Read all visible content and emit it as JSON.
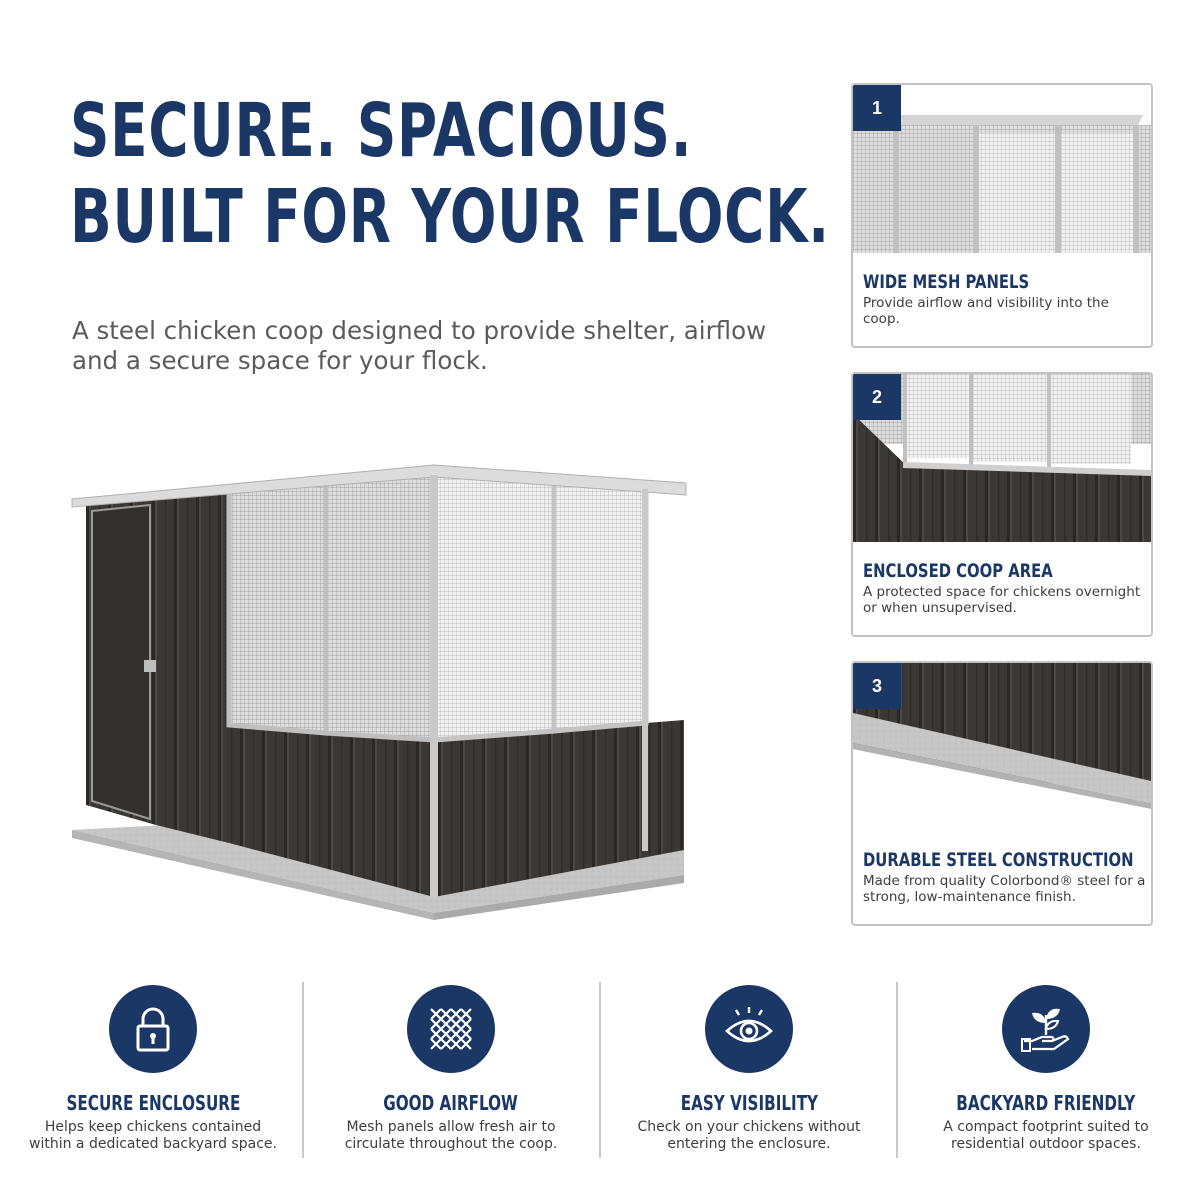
{
  "headline": {
    "line1": "SECURE. SPACIOUS.",
    "line2": "BUILT FOR YOUR FLOCK."
  },
  "subhead": "A steel chicken coop designed to provide shelter, airflow and a secure space for your flock.",
  "cards": [
    {
      "number": "1",
      "title": "WIDE MESH PANELS",
      "desc": "Provide airflow and visibility into the coop."
    },
    {
      "number": "2",
      "title": "ENCLOSED COOP AREA",
      "desc": "A protected space for chickens overnight or when unsupervised."
    },
    {
      "number": "3",
      "title": "DURABLE STEEL CONSTRUCTION",
      "desc": "Made from quality Colorbond® steel for a strong, low-maintenance finish."
    }
  ],
  "features": [
    {
      "icon": "padlock-icon",
      "title": "SECURE ENCLOSURE",
      "desc": "Helps keep chickens contained within a dedicated backyard space."
    },
    {
      "icon": "mesh-icon",
      "title": "GOOD AIRFLOW",
      "desc": "Mesh panels allow fresh air to circulate throughout the coop."
    },
    {
      "icon": "eye-icon",
      "title": "EASY VISIBILITY",
      "desc": "Check on your chickens without entering the enclosure."
    },
    {
      "icon": "plant-hand-icon",
      "title": "BACKYARD FRIENDLY",
      "desc": "A compact footprint suited to residential outdoor spaces."
    }
  ],
  "colors": {
    "navy": "#1a3766",
    "steel": "#3a3634",
    "mesh": "#e8e8e8",
    "concrete": "#c9c9c9"
  }
}
